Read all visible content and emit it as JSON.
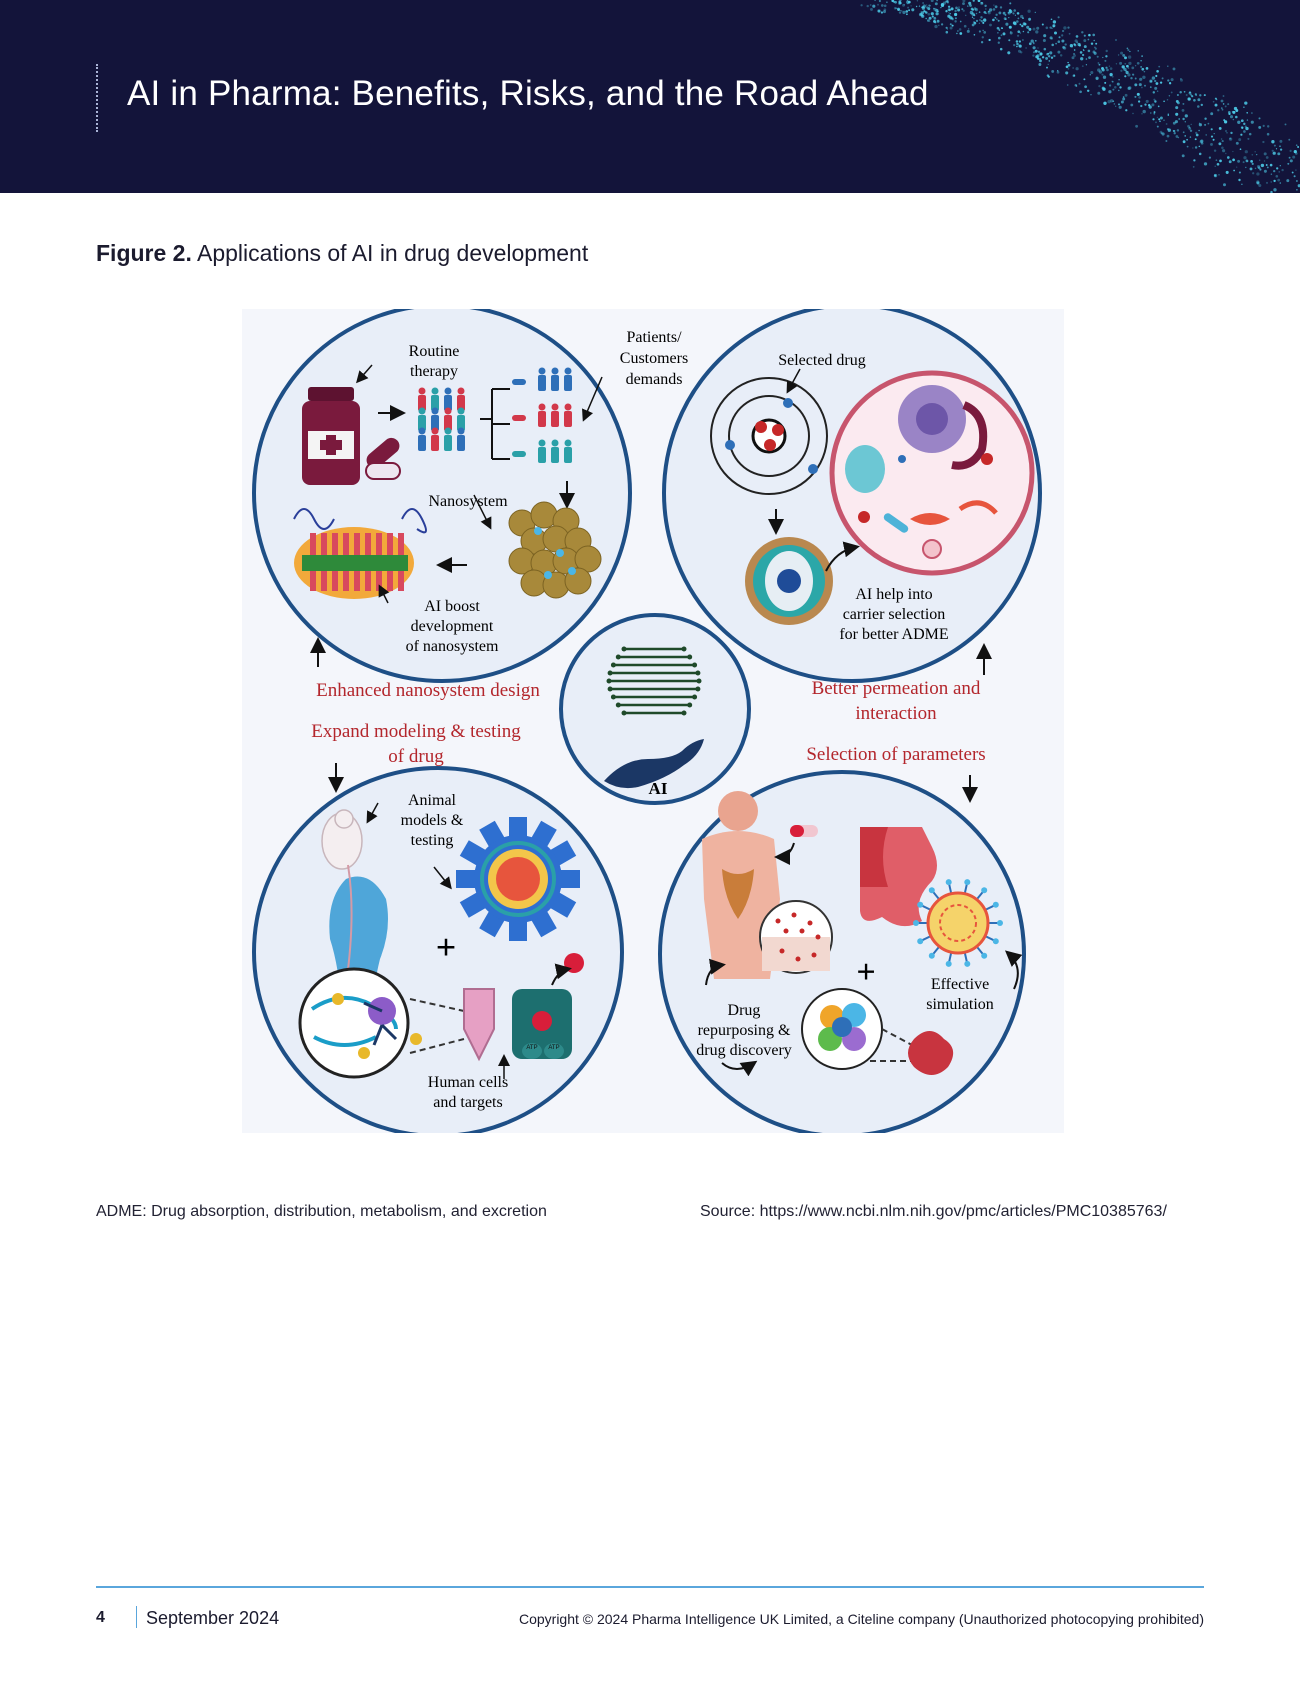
{
  "header": {
    "title": "AI in Pharma: Benefits, Risks, and the Road Ahead"
  },
  "figure": {
    "caption_label": "Figure 2.",
    "caption_text": " Applications of AI in drug development",
    "labels": {
      "routine_1": "Routine",
      "routine_2": "therapy",
      "patients_1": "Patients/",
      "patients_2": "Customers",
      "patients_3": "demands",
      "nanosystem": "Nanosystem",
      "ai_boost_1": "AI boost",
      "ai_boost_2": "development",
      "ai_boost_3": "of nanosystem",
      "selected_drug": "Selected drug",
      "ai_help_1": "AI help into",
      "ai_help_2": "carrier selection",
      "ai_help_3": "for better ADME",
      "enhanced": "Enhanced nanosystem design",
      "better_perm_1": "Better permeation and",
      "better_perm_2": "interaction",
      "expand_1": "Expand modeling & testing",
      "expand_2": "of drug",
      "selection_params": "Selection of parameters",
      "ai": "AI",
      "animal_1": "Animal",
      "animal_2": "models &",
      "animal_3": "testing",
      "human_1": "Human cells",
      "human_2": "and targets",
      "drug_rep_1": "Drug",
      "drug_rep_2": "repurposing &",
      "drug_rep_3": "drug discovery",
      "effective_1": "Effective",
      "effective_2": "simulation",
      "plus": "+",
      "atp": "ATP"
    }
  },
  "notes": {
    "left": "ADME: Drug absorption, distribution, metabolism, and excretion",
    "right": "Source: https://www.ncbi.nlm.nih.gov/pmc/articles/PMC10385763/"
  },
  "footer": {
    "page_number": "4",
    "date": "September 2024",
    "copyright": "Copyright © 2024 Pharma Intelligence UK Limited, a Citeline company (Unauthorized photocopying prohibited)"
  },
  "colors": {
    "header_bg": "#13143a",
    "accent_rule": "#5aa6dc",
    "circle_stroke": "#1e4f86",
    "label_red": "#b3262c"
  }
}
